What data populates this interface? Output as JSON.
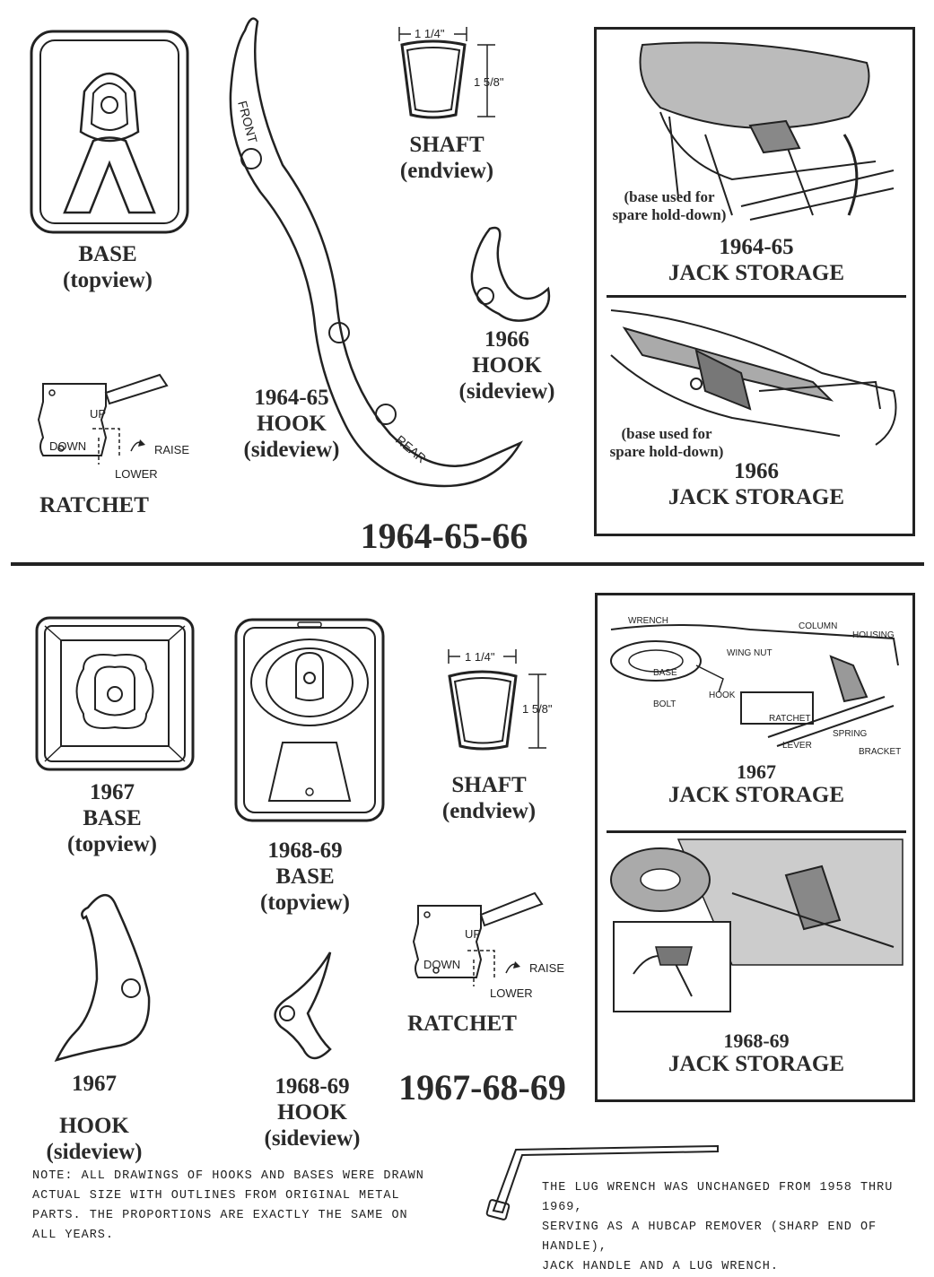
{
  "top": {
    "base": {
      "line1": "BASE",
      "line2": "(topview)"
    },
    "hook": {
      "line1": "1964-65",
      "line2": "HOOK",
      "line3": "(sideview)",
      "front": "FRONT",
      "rear": "REAR"
    },
    "shaft": {
      "line1": "SHAFT",
      "line2": "(endview)",
      "width": "1 1/4\"",
      "height": "1 5/8\""
    },
    "hook66": {
      "line1": "1966",
      "line2": "HOOK",
      "line3": "(sideview)"
    },
    "ratchet": {
      "title": "RATCHET",
      "up": "UP",
      "down": "DOWN",
      "raise": "RAISE",
      "lower": "LOWER"
    },
    "years": "1964-65-66",
    "storage1": {
      "note1": "(base used for",
      "note2": "spare hold-down)",
      "year": "1964-65",
      "title": "JACK STORAGE"
    },
    "storage2": {
      "note1": "(base used for",
      "note2": "spare hold-down)",
      "year": "1966",
      "title": "JACK STORAGE"
    }
  },
  "bottom": {
    "base67": {
      "line1": "1967",
      "line2": "BASE",
      "line3": "(topview)"
    },
    "base6869": {
      "line1": "1968-69",
      "line2": "BASE",
      "line3": "(topview)"
    },
    "shaft": {
      "line1": "SHAFT",
      "line2": "(endview)",
      "width": "1 1/4\"",
      "height": "1 5/8\""
    },
    "hook67": {
      "line1": "1967",
      "line2": "HOOK",
      "line3": "(sideview)"
    },
    "hook6869": {
      "line1": "1968-69",
      "line2": "HOOK",
      "line3": "(sideview)"
    },
    "ratchet": {
      "title": "RATCHET",
      "up": "UP",
      "down": "DOWN",
      "raise": "RAISE",
      "lower": "LOWER"
    },
    "years": "1967-68-69",
    "storage1": {
      "year": "1967",
      "title": "JACK STORAGE",
      "callouts": {
        "wrench": "WRENCH",
        "column": "COLUMN",
        "housing": "HOUSING",
        "wingnut": "WING NUT",
        "base": "BASE",
        "bolt": "BOLT",
        "hook": "HOOK",
        "ratchet": "RATCHET",
        "lever": "LEVER",
        "spring": "SPRING",
        "bracket": "BRACKET"
      }
    },
    "storage2": {
      "year": "1968-69",
      "title": "JACK STORAGE"
    }
  },
  "notes": {
    "left": "NOTE:  ALL DRAWINGS OF HOOKS AND BASES WERE DRAWN\nACTUAL SIZE WITH OUTLINES FROM ORIGINAL METAL\nPARTS.  THE PROPORTIONS ARE EXACTLY THE SAME ON\nALL YEARS.",
    "right": "THE LUG WRENCH WAS UNCHANGED FROM 1958 THRU 1969,\nSERVING AS A HUBCAP REMOVER (SHARP END OF HANDLE),\nJACK HANDLE AND A LUG WRENCH."
  }
}
